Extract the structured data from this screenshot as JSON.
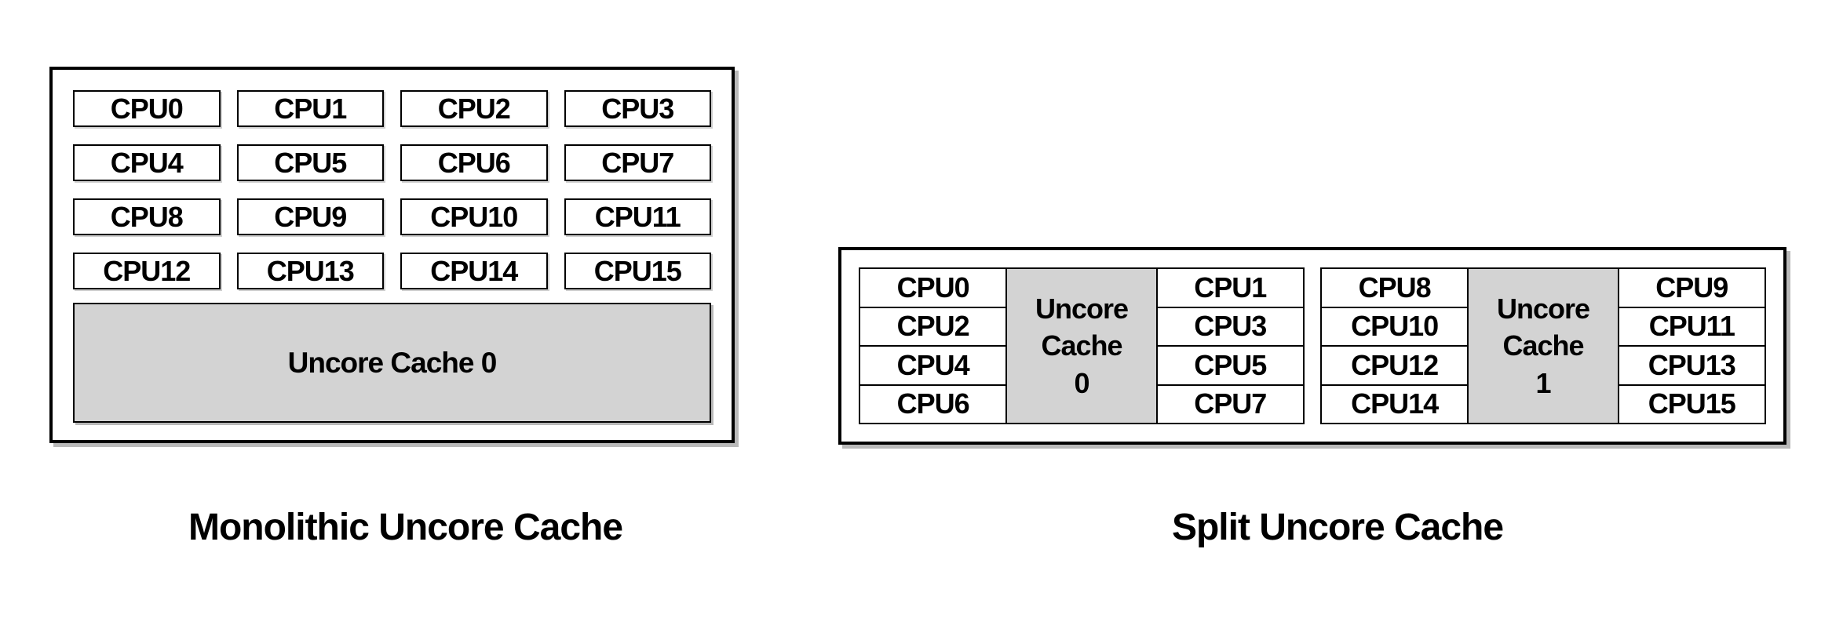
{
  "left_diagram": {
    "cpus": [
      "CPU0",
      "CPU1",
      "CPU2",
      "CPU3",
      "CPU4",
      "CPU5",
      "CPU6",
      "CPU7",
      "CPU8",
      "CPU9",
      "CPU10",
      "CPU11",
      "CPU12",
      "CPU13",
      "CPU14",
      "CPU15"
    ],
    "cache_label": "Uncore Cache 0",
    "caption": "Monolithic Uncore Cache"
  },
  "right_diagram": {
    "clusters": [
      {
        "left_cpus": [
          "CPU0",
          "CPU2",
          "CPU4",
          "CPU6"
        ],
        "cache_lines": [
          "Uncore",
          "Cache",
          "0"
        ],
        "right_cpus": [
          "CPU1",
          "CPU3",
          "CPU5",
          "CPU7"
        ]
      },
      {
        "left_cpus": [
          "CPU8",
          "CPU10",
          "CPU12",
          "CPU14"
        ],
        "cache_lines": [
          "Uncore",
          "Cache",
          "1"
        ],
        "right_cpus": [
          "CPU9",
          "CPU11",
          "CPU13",
          "CPU15"
        ]
      }
    ],
    "caption": "Split Uncore Cache"
  },
  "colors": {
    "cache_fill": "#d3d3d3",
    "border": "#000000",
    "background": "#ffffff"
  }
}
